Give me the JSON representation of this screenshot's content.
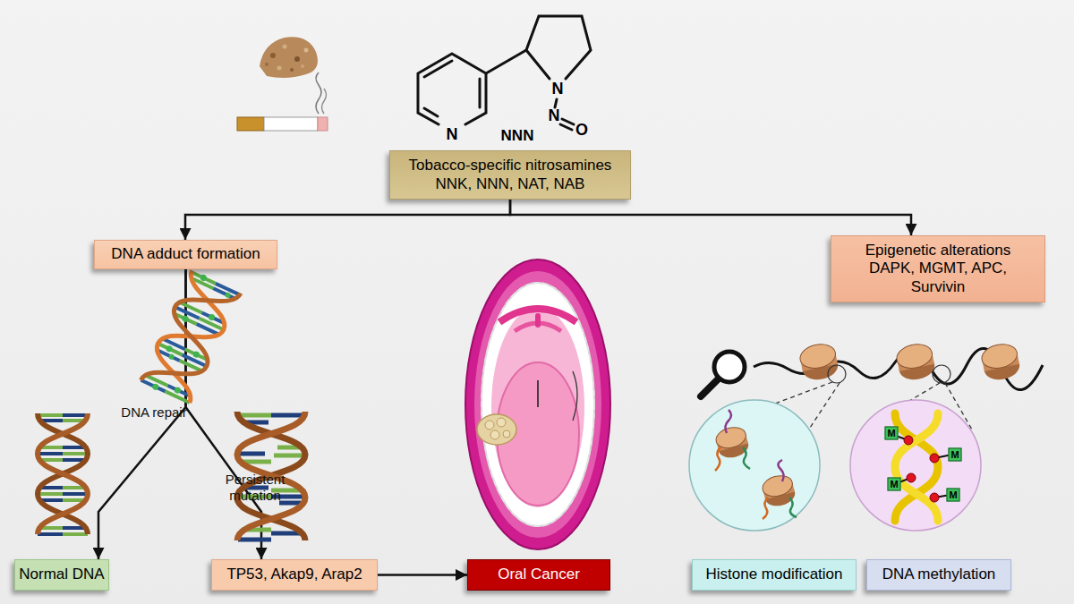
{
  "diagram": {
    "nodes": [
      {
        "text": [
          "Tobacco-specific nitrosamines",
          "NNK, NNN, NAT, NAB"
        ]
      },
      {
        "text": [
          "DNA adduct formation"
        ]
      },
      {
        "text": [
          "Epigenetic alterations",
          "DAPK, MGMT, APC, Survivin"
        ]
      },
      {
        "text": [
          "Normal DNA"
        ]
      },
      {
        "text": [
          "TP53, Akap9, Arap2"
        ]
      },
      {
        "text": [
          "Oral Cancer"
        ]
      },
      {
        "text": [
          "Histone modification"
        ]
      },
      {
        "text": [
          "DNA methylation"
        ]
      }
    ],
    "edges": [
      {
        "from": 0,
        "to": 1,
        "arrow": "to"
      },
      {
        "from": 0,
        "to": 2,
        "arrow": "to"
      },
      {
        "from": 1,
        "to": 3,
        "label": "DNA repair",
        "arrow": "to"
      },
      {
        "from": 1,
        "to": 4,
        "label": "Persistent mutation",
        "arrow": "to"
      },
      {
        "from": 4,
        "to": 5,
        "arrow": "to"
      }
    ],
    "labels": [
      "N",
      "N",
      "N",
      "O",
      "NNN",
      "M",
      "M",
      "M",
      "M"
    ]
  }
}
